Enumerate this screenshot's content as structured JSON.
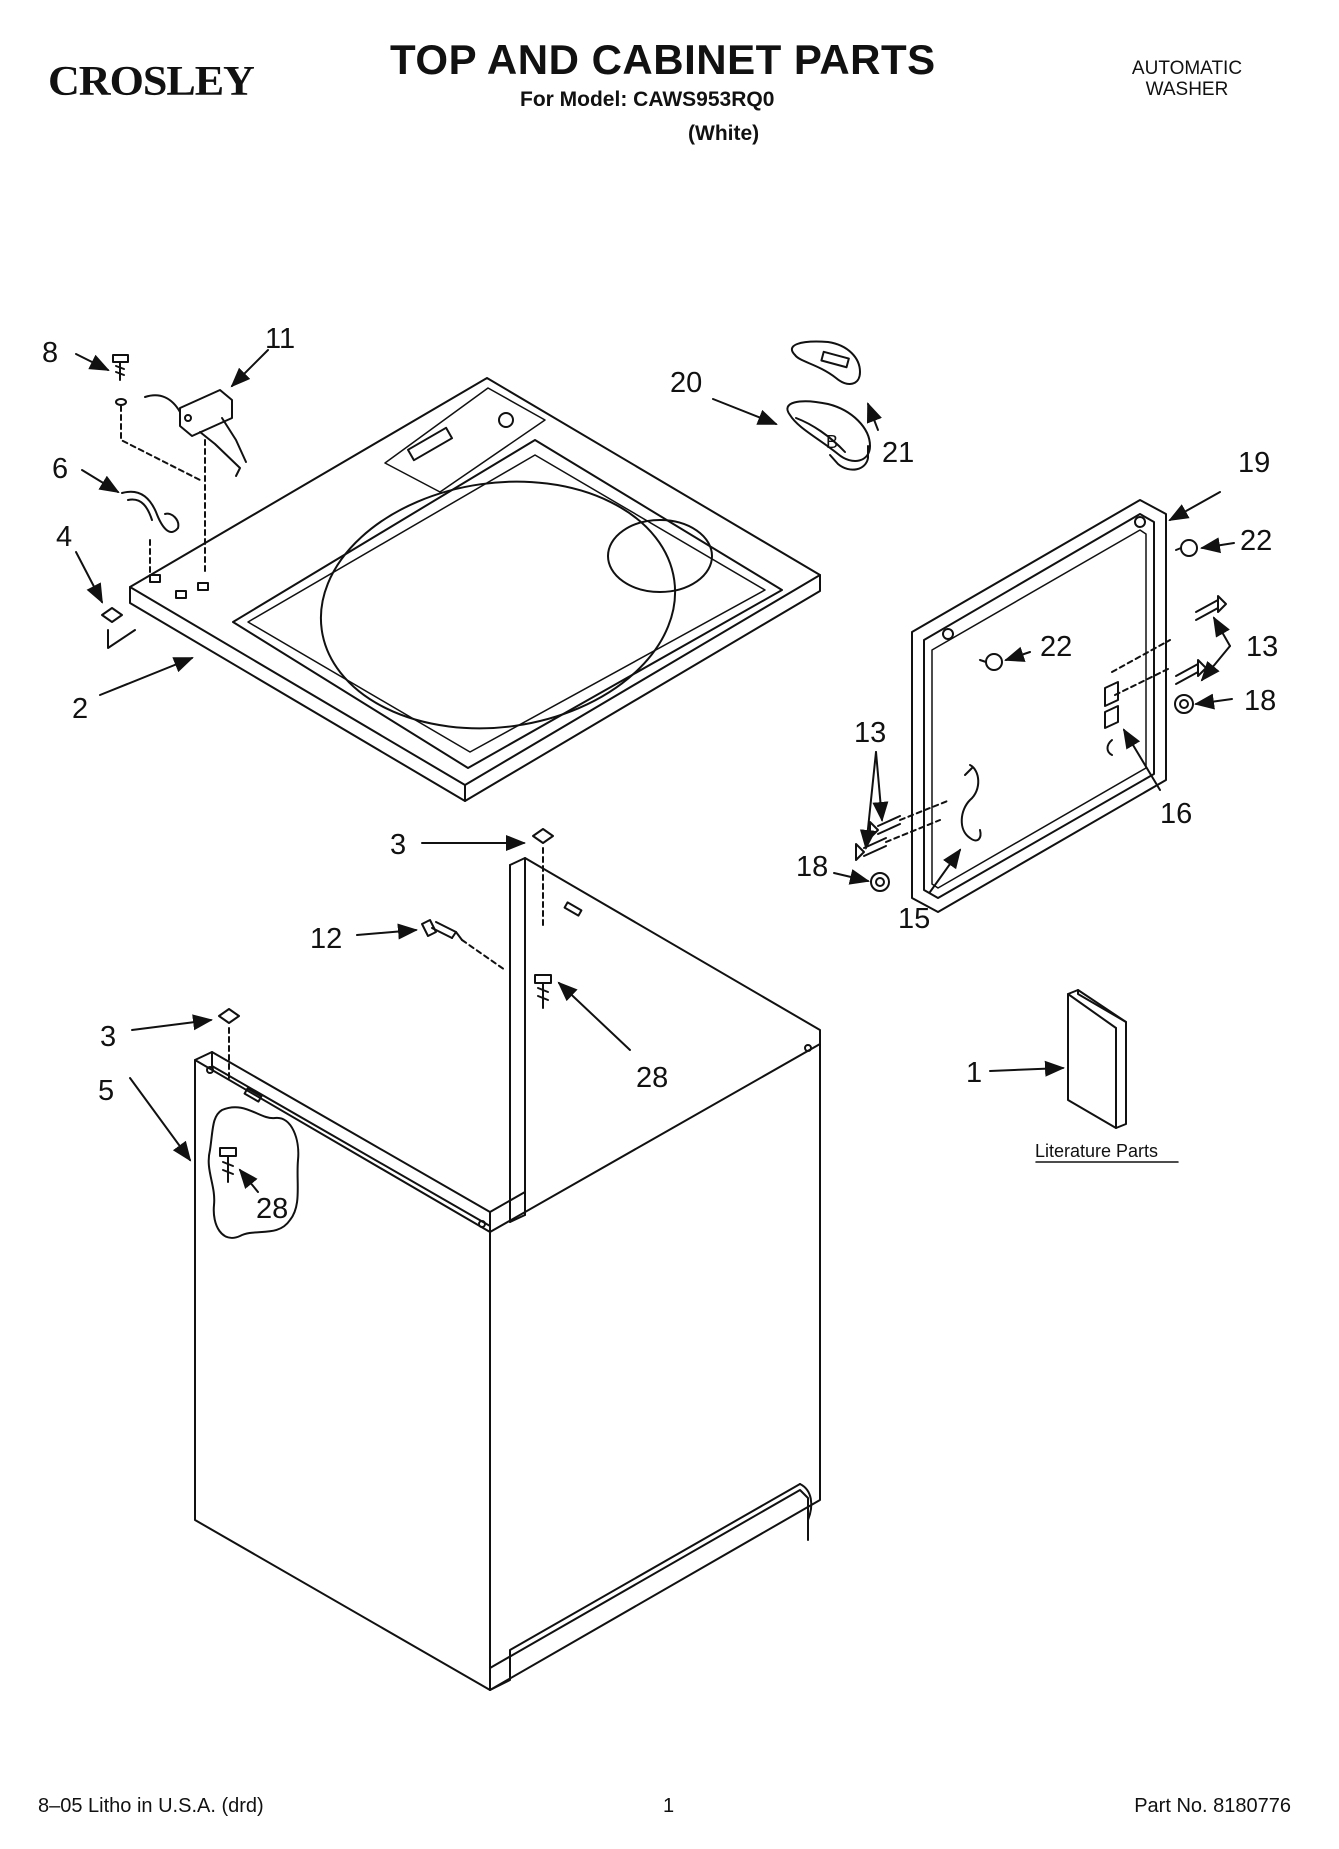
{
  "header": {
    "brand": "CROSLEY",
    "title": "TOP AND CABINET PARTS",
    "model_line": "For Model: CAWS953RQ0",
    "color": "(White)",
    "product_line1": "AUTOMATIC",
    "product_line2": "WASHER"
  },
  "callouts": [
    "8",
    "11",
    "6",
    "4",
    "2",
    "20",
    "21",
    "19",
    "22",
    "22",
    "13",
    "18",
    "13",
    "16",
    "18",
    "15",
    "3",
    "12",
    "28",
    "3",
    "5",
    "28",
    "1"
  ],
  "literature_label": "Literature Parts",
  "footer": {
    "left": "8–05 Litho in U.S.A. (drd)",
    "center": "1",
    "right": "Part No. 8180776"
  }
}
